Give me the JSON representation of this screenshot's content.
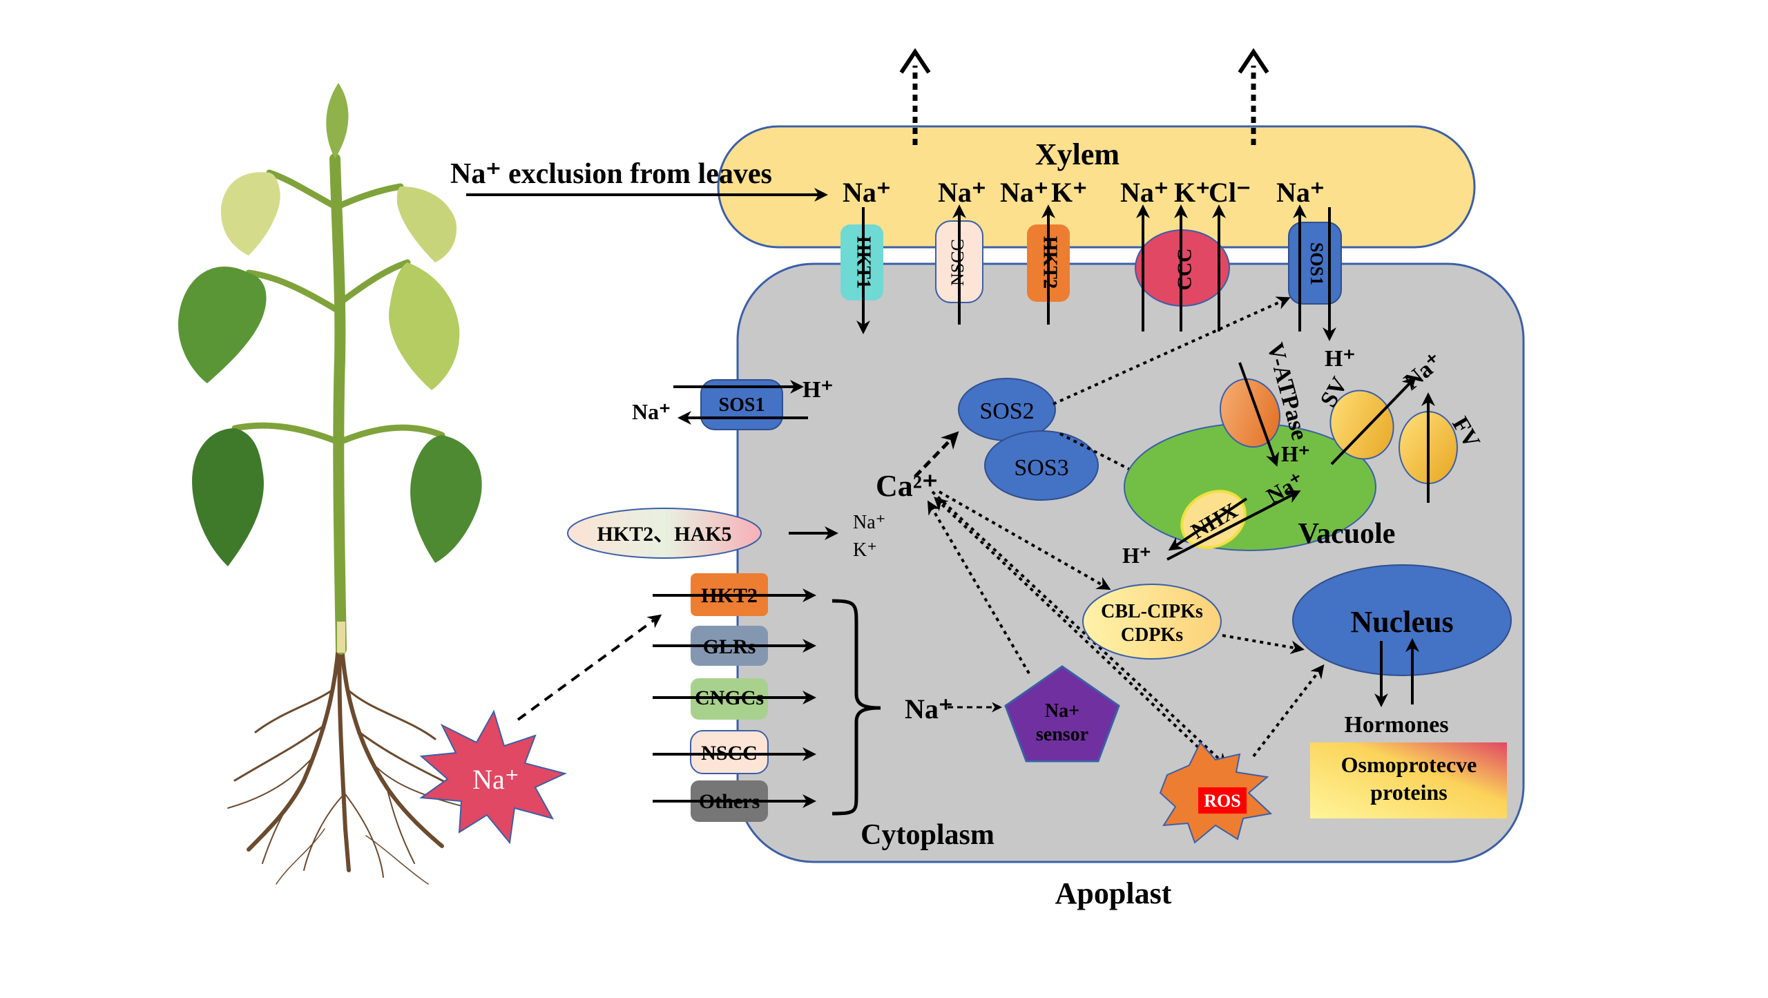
{
  "labels": {
    "xylem": "Xylem",
    "exclusion": "Na⁺ exclusion from leaves",
    "na_plus": "Na⁺",
    "k_plus": "K⁺",
    "cl_minus": "Cl⁻",
    "h_plus": "H⁺",
    "hkt1": "HKT1",
    "nscc": "NSCC",
    "hkt2": "HKT2",
    "ccc": "CCC",
    "sos1": "SOS1",
    "sos2": "SOS2",
    "sos3": "SOS3",
    "v_atpase": "V-ATPase",
    "sv": "SV",
    "fv": "FV",
    "nhx": "NHX",
    "vacuole": "Vacuole",
    "ca": "Ca²⁺",
    "hkt2_hak5": "HKT2、HAK5",
    "glrs": "GLRs",
    "cngcs": "CNGCs",
    "others": "Others",
    "na_sensor_1": "Na+",
    "na_sensor_2": "sensor",
    "cbl_1": "CBL-CIPKs",
    "cbl_2": "CDPKs",
    "nucleus": "Nucleus",
    "hormones": "Hormones",
    "ros": "ROS",
    "osmo_1": "Osmoprotecve",
    "osmo_2": "proteins",
    "cytoplasm": "Cytoplasm",
    "apoplast": "Apoplast",
    "na_star": "Na⁺",
    "na_to_sensor": "Na⁺"
  },
  "colors": {
    "xylem": "#fce08e",
    "cell": "#c8c8c8",
    "membrane": "#3b5fa8",
    "vacuole": "#73bf45",
    "blue": "#4472c4",
    "cyan": "#6fd9d3",
    "orange": "#ed7d31",
    "red": "#e04863",
    "gray": "#8497b0",
    "green": "#a9d18e",
    "peach": "#fce4d6",
    "dark": "#767676",
    "purple": "#7030a0",
    "yellow": "#fbd35a"
  }
}
